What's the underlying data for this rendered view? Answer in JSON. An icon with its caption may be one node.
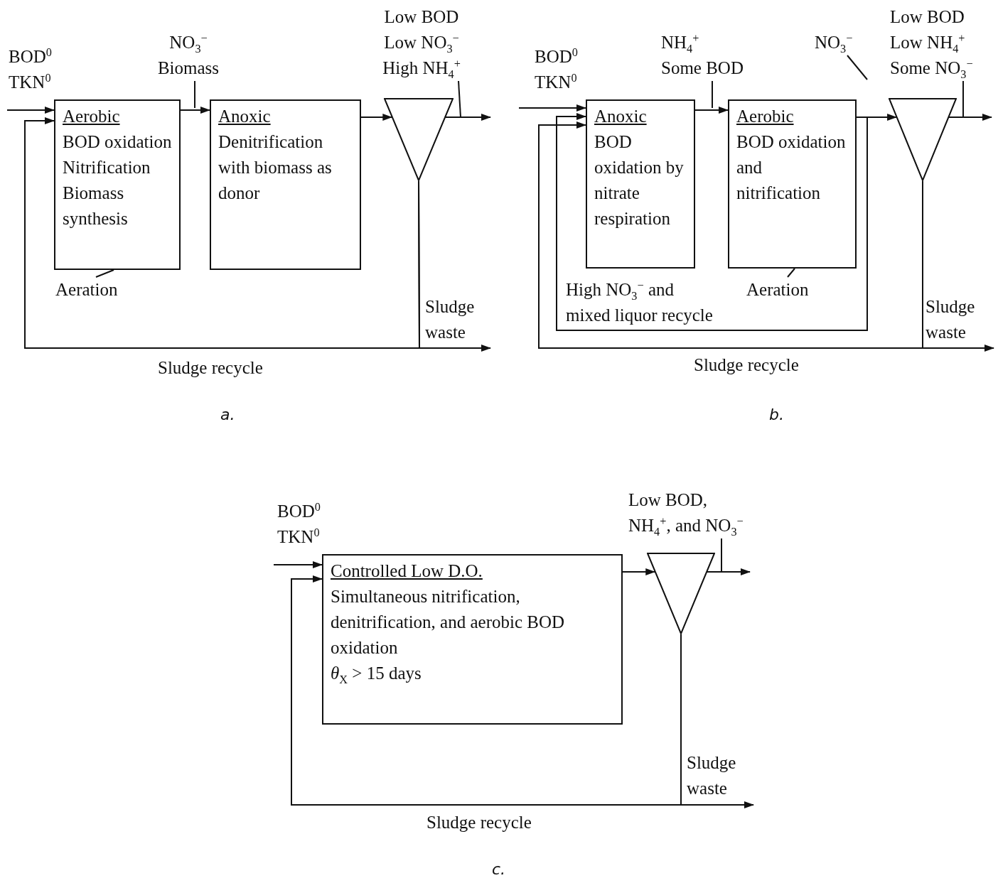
{
  "diagram": {
    "nodes": [
      {
        "text": [
          "Aerobic",
          "BOD oxidation Nitrification Biomass synthesis"
        ]
      },
      {
        "text": [
          "Anoxic",
          "Denitrification with biomass as donor"
        ]
      },
      {
        "text": [],
        "shape": "triangle"
      },
      {
        "text": [
          "BOD$^{0}$ TKN$^{0}$"
        ]
      },
      {
        "text": [
          "NO$_{3}$$^{−}$ Biomass"
        ]
      },
      {
        "text": [
          "Low BOD Low NO$_{3}$$^{−}$ High NH$_{4}$$^{+}$"
        ]
      },
      {
        "text": [
          "Aeration"
        ]
      },
      {
        "text": [
          "Anoxic",
          "BOD oxidation by nitrate respiration"
        ]
      },
      {
        "text": [
          "Aerobic",
          "BOD oxidation and nitrification"
        ]
      },
      {
        "text": [],
        "shape": "triangle"
      },
      {
        "text": [
          "BOD$^{0}$ TKN$^{0}$"
        ]
      },
      {
        "text": [
          "NH$_{4}$$^{+}$",
          "Some BOD"
        ]
      },
      {
        "text": [
          "NO$_{3}$$^{−}$"
        ]
      },
      {
        "text": [
          "Low BOD Low NH$_{4}$$^{+}$ Some NO$_{3}$$^{−}$"
        ]
      },
      {
        "text": [
          "Aeration"
        ]
      },
      {
        "text": [
          "Controlled Low D.O.",
          "Simultaneous nitrification, denitrification, and aerobic BOD oxidation",
          "*θ*$_{X}$ > 15 days"
        ]
      },
      {
        "text": [],
        "shape": "triangle"
      },
      {
        "text": [
          "BOD$^{0}$ TKN$^{0}$"
        ]
      },
      {
        "text": [
          "Low BOD,",
          "NH$_{4}$$^{+}$, and NO$_{3}$$^{−}$"
        ]
      }
    ],
    "edges": [
      {
        "from": null,
        "to": 0,
        "arrow": "to"
      },
      {
        "from": 0,
        "to": 1,
        "arrow": "to"
      },
      {
        "from": 1,
        "to": 2,
        "arrow": "to"
      },
      {
        "from": 2,
        "to": null,
        "arrow": "to"
      },
      {
        "from": 2,
        "to": 0,
        "arrow": "to"
      },
      {
        "from": 2,
        "to": null,
        "arrow": "to"
      },
      {
        "from": 4,
        "to": null,
        "arrow": "none"
      },
      {
        "from": 5,
        "to": null,
        "arrow": "none"
      },
      {
        "from": 6,
        "to": 0,
        "arrow": "none"
      },
      {
        "from": null,
        "to": 7,
        "arrow": "to"
      },
      {
        "from": 7,
        "to": 8,
        "arrow": "to"
      },
      {
        "from": 8,
        "to": 9,
        "arrow": "to"
      },
      {
        "from": 9,
        "to": null,
        "arrow": "to"
      },
      {
        "from": 8,
        "to": 7,
        "arrow": "to"
      },
      {
        "from": 9,
        "to": 7,
        "arrow": "to"
      },
      {
        "from": 9,
        "to": null,
        "arrow": "to"
      },
      {
        "from": 11,
        "to": null,
        "arrow": "none"
      },
      {
        "from": 12,
        "to": null,
        "arrow": "none"
      },
      {
        "from": 13,
        "to": null,
        "arrow": "none"
      },
      {
        "from": 14,
        "to": 8,
        "arrow": "none"
      },
      {
        "from": null,
        "to": 15,
        "arrow": "to"
      },
      {
        "from": 15,
        "to": 16,
        "arrow": "to"
      },
      {
        "from": 16,
        "to": null,
        "arrow": "to"
      },
      {
        "from": 16,
        "to": 15,
        "arrow": "to"
      },
      {
        "from": 16,
        "to": null,
        "arrow": "to"
      },
      {
        "from": 18,
        "to": null,
        "arrow": "none"
      }
    ],
    "labels": [
      "Sludge waste",
      "Sludge recycle",
      "a.",
      "High NO$_{3}$$^{−}$ and mixed liquor recycle",
      "Sludge waste",
      "Sludge recycle",
      "b.",
      "Sludge waste",
      "Sludge recycle",
      "c."
    ]
  }
}
